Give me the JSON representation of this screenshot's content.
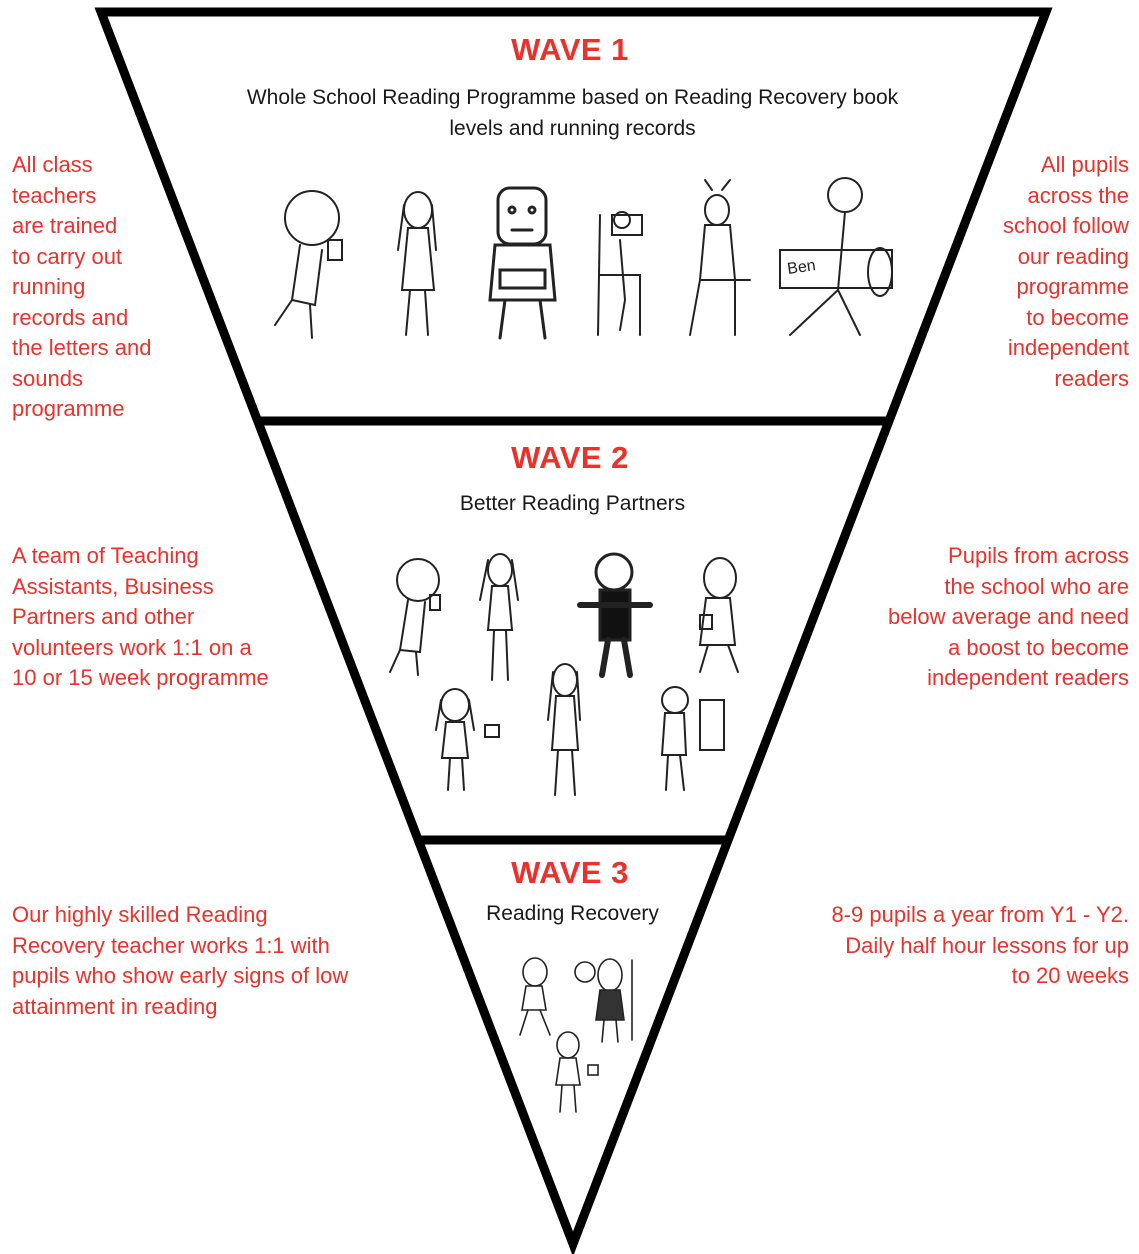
{
  "colors": {
    "accent": "#e8322b",
    "outline": "#000000",
    "text": "#1a1a1a"
  },
  "waves": [
    {
      "title": "WAVE 1",
      "subtitle": "Whole School Reading Programme based on Reading Recovery book\nlevels and running records",
      "left_note": "All class\nteachers\nare trained\nto carry out\nrunning\nrecords and\nthe letters and\nsounds\nprogramme",
      "right_note": "All pupils\nacross the\nschool follow\nour reading\nprogramme\nto become\nindependent\nreaders",
      "drawing_label": "Ben"
    },
    {
      "title": "WAVE 2",
      "subtitle": "Better Reading Partners",
      "left_note": "A team of Teaching\nAssistants, Business\nPartners and other\nvolunteers work 1:1 on a\n10 or 15 week programme",
      "right_note": "Pupils from across\nthe school who are\nbelow average and need\na boost to become\nindependent readers"
    },
    {
      "title": "WAVE 3",
      "subtitle": "Reading Recovery",
      "left_note": "Our highly skilled Reading\nRecovery teacher works 1:1 with\npupils who show early signs of low\nattainment in reading",
      "right_note": "8-9 pupils a year from Y1 - Y2.\nDaily half hour lessons for up\nto 20 weeks"
    }
  ]
}
